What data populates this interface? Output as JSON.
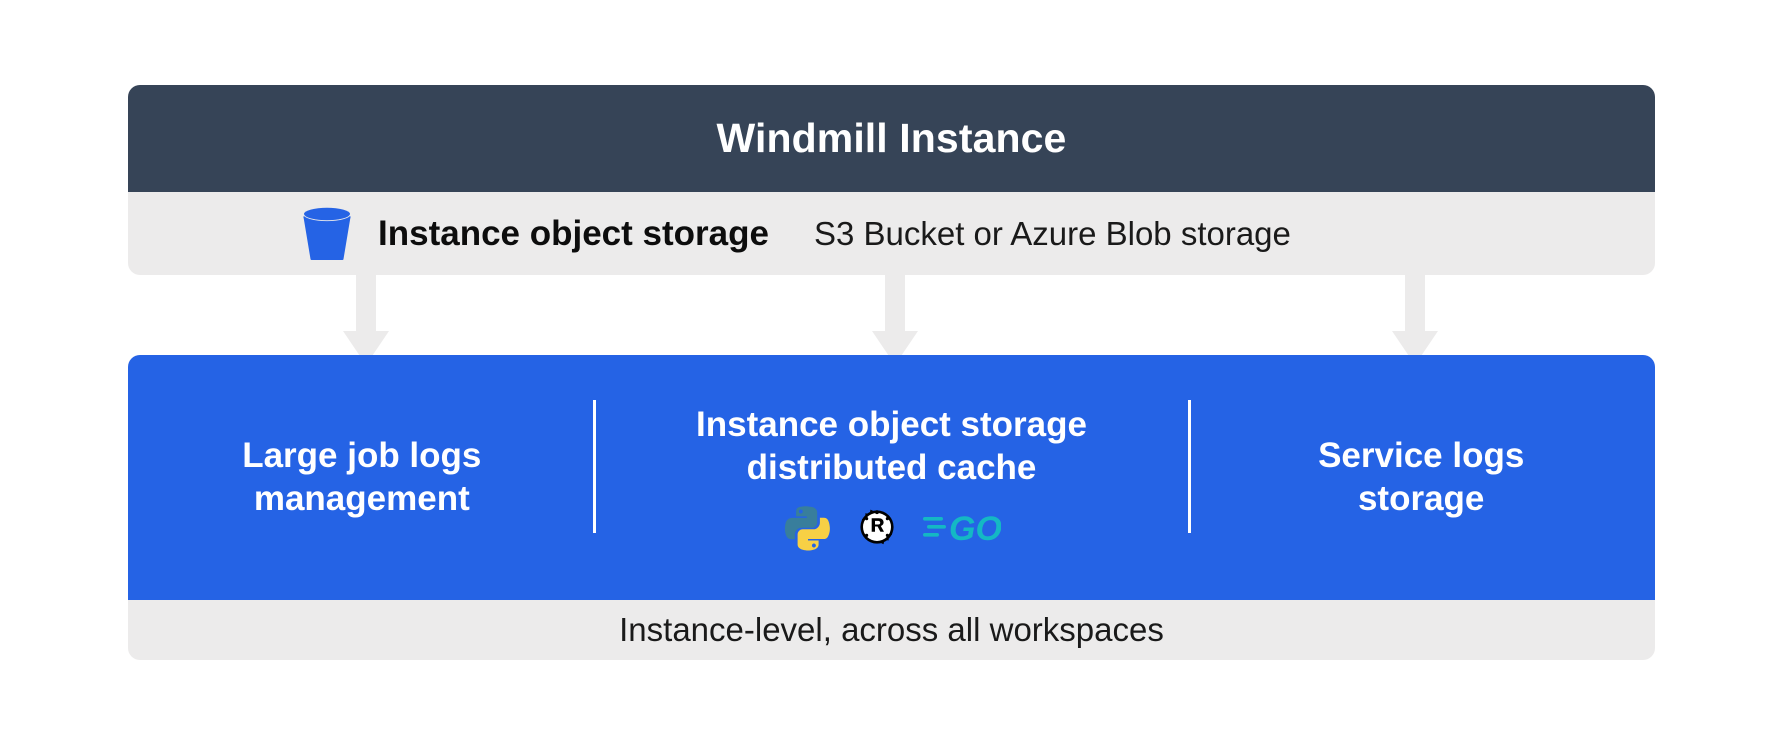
{
  "diagram": {
    "title": "Windmill Instance",
    "instance_card": {
      "header_title": "Windmill Instance",
      "storage_title": "Instance object storage",
      "storage_subtitle": "S3 Bucket or Azure Blob storage",
      "bucket_icon_name": "bucket-icon"
    },
    "connectors": [
      {
        "name": "arrow-to-large-job-logs",
        "glyph": "down-arrow-icon"
      },
      {
        "name": "arrow-to-distributed-cache",
        "glyph": "down-arrow-icon"
      },
      {
        "name": "arrow-to-service-logs",
        "glyph": "down-arrow-icon"
      }
    ],
    "features": [
      {
        "id": "large-job-logs-management",
        "label": "Large job logs\nmanagement",
        "languages": []
      },
      {
        "id": "instance-object-storage-distributed-cache",
        "label": "Instance object storage\ndistributed cache",
        "languages": [
          "python-icon",
          "rust-icon",
          "go-icon"
        ]
      },
      {
        "id": "service-logs-storage",
        "label": "Service logs\nstorage",
        "languages": []
      }
    ],
    "footer_text": "Instance-level, across all workspaces",
    "colors": {
      "header_dark": "#364457",
      "band_light": "#ecebeb",
      "accent_blue": "#2563e5",
      "bucket_blue": "#2563e5",
      "text_light": "#ffffff",
      "text_dark": "#0d0d0d",
      "python_blue": "#387e9c",
      "python_yellow": "#f7d045",
      "rust_black": "#000000",
      "go_cyan": "#14b8c4",
      "page_background": "#ffffff"
    }
  }
}
